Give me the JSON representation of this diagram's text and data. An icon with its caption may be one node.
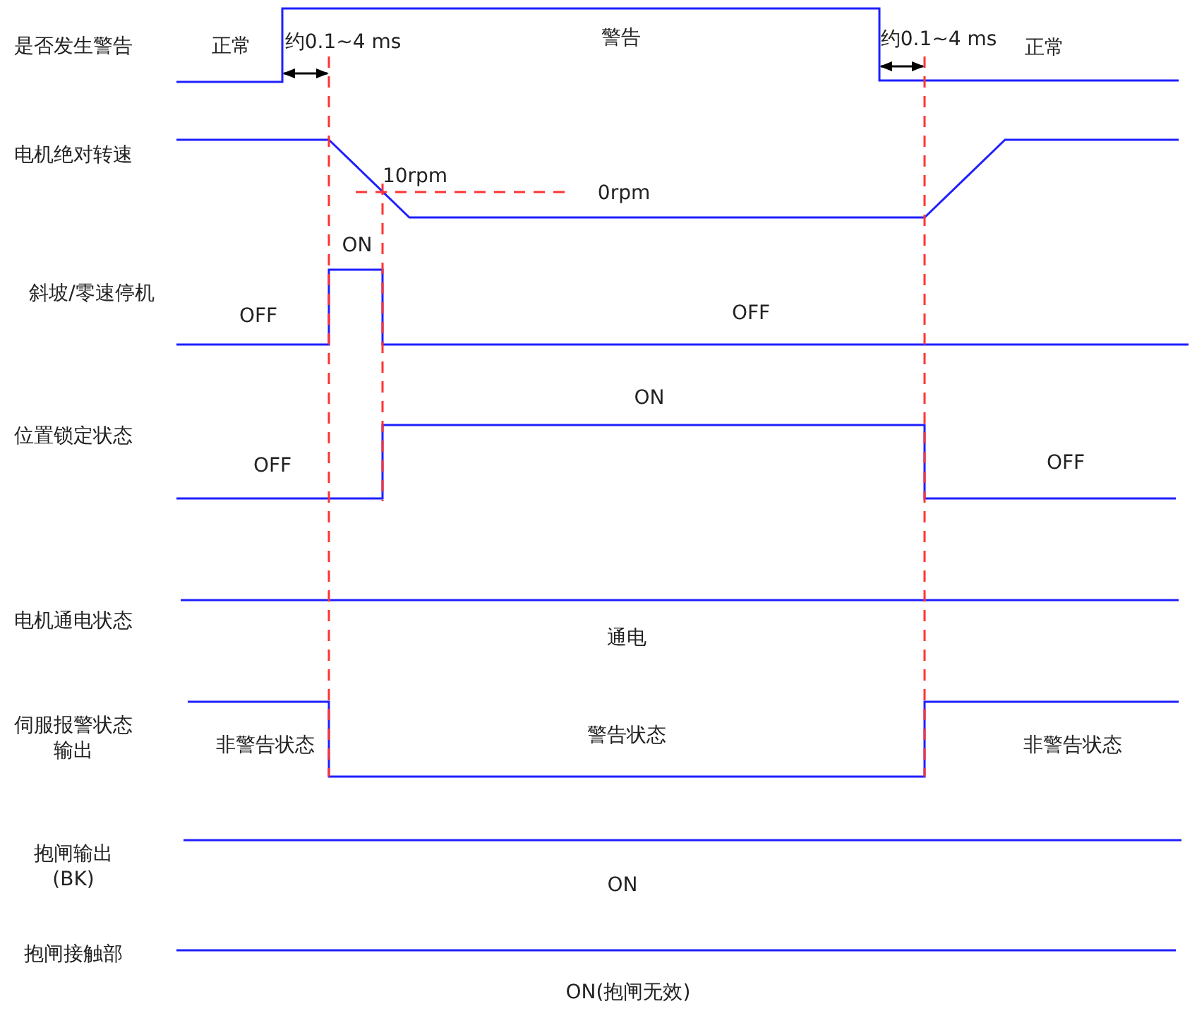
{
  "diagram": {
    "labels": [
      "是否发生警告",
      "正常",
      "约0.1~4 ms",
      "警告",
      "约0.1~4 ms",
      "正常",
      "电机绝对转速",
      "10rpm",
      "0rpm",
      "ON",
      "斜坡/零速停机",
      "OFF",
      "OFF",
      "ON",
      "位置锁定状态",
      "OFF",
      "OFF",
      "电机通电状态",
      "通电",
      "伺服报警状态输出",
      "非警告状态",
      "警告状态",
      "非警告状态",
      "抱闸输出 (BK)",
      "ON",
      "抱闸接触部",
      "ON(抱闸无效)"
    ]
  }
}
